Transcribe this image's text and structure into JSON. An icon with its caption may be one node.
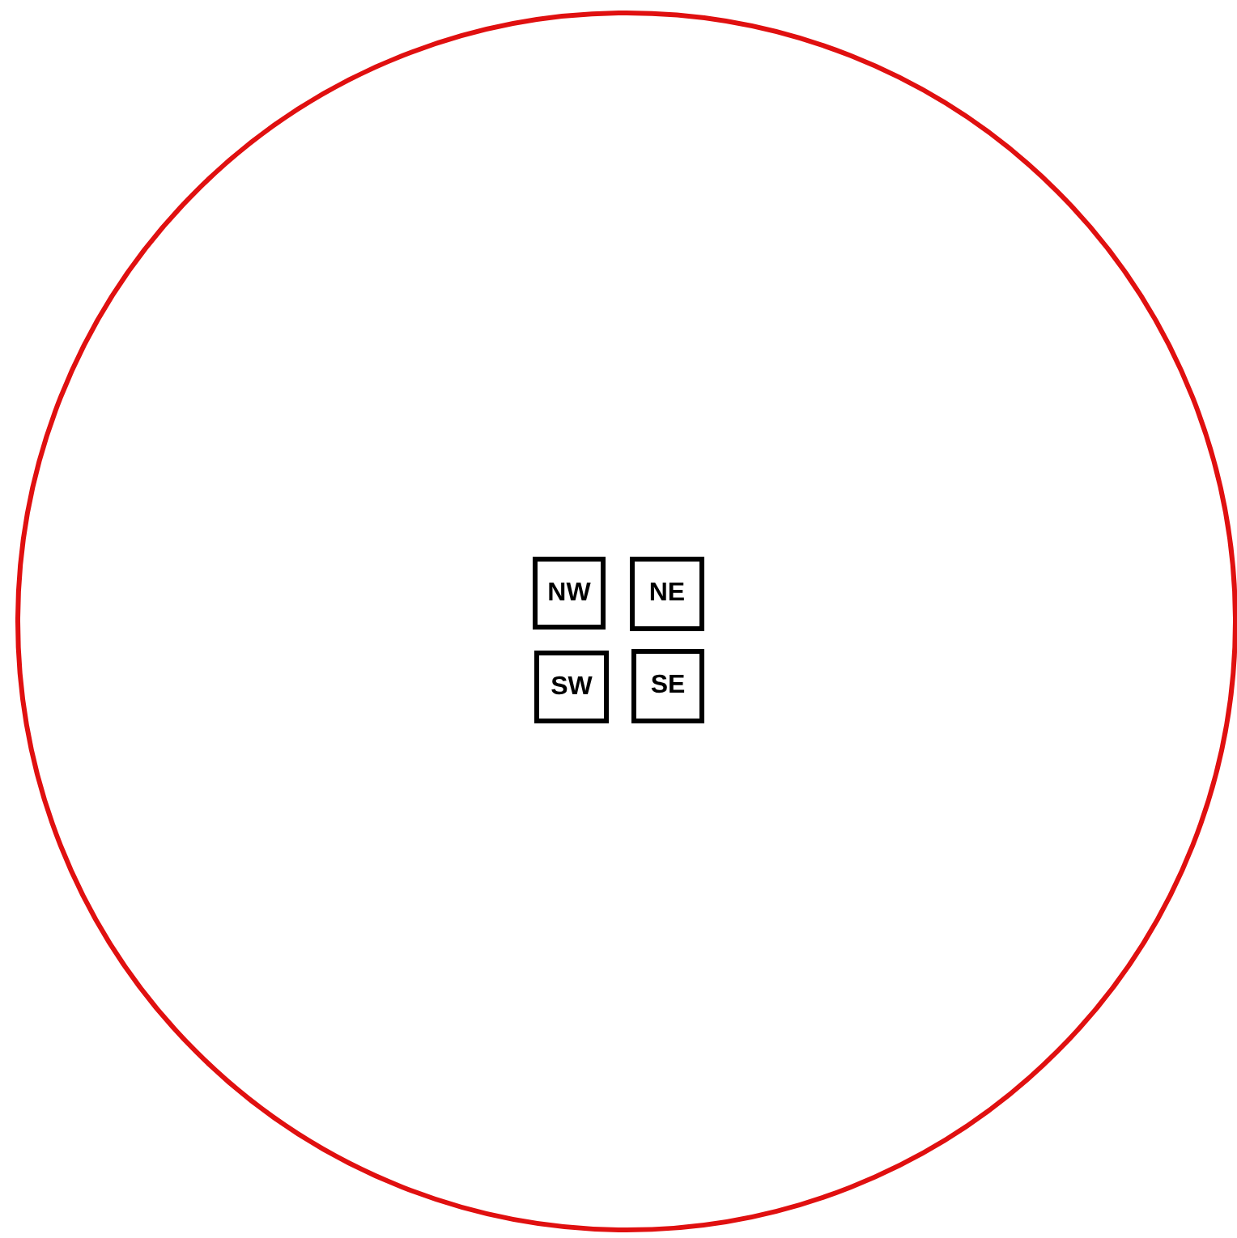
{
  "diagram": {
    "nodes": [
      {
        "text": [],
        "shape": "circle"
      },
      {
        "text": [
          "NW"
        ],
        "in": 0
      },
      {
        "text": [
          "NE"
        ],
        "in": 0
      },
      {
        "text": [
          "SW"
        ],
        "in": 0
      },
      {
        "text": [
          "SE"
        ],
        "in": 0
      }
    ]
  }
}
